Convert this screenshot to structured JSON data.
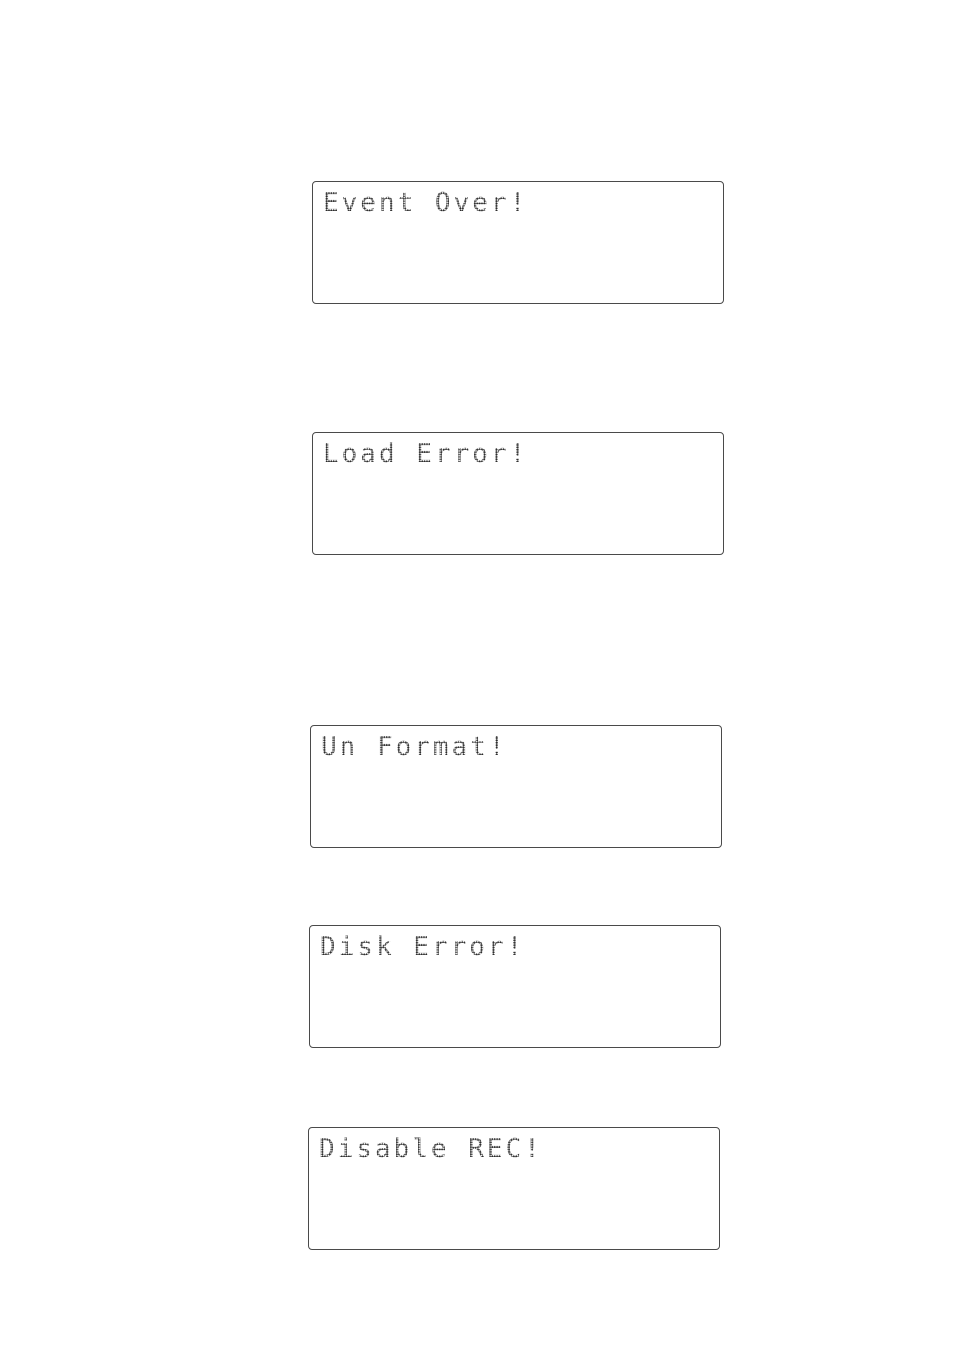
{
  "messages": [
    {
      "text": "Event Over!"
    },
    {
      "text": "Load Error!"
    },
    {
      "text": "Un Format!"
    },
    {
      "text": "Disk Error!"
    },
    {
      "text": "Disable REC!"
    }
  ]
}
